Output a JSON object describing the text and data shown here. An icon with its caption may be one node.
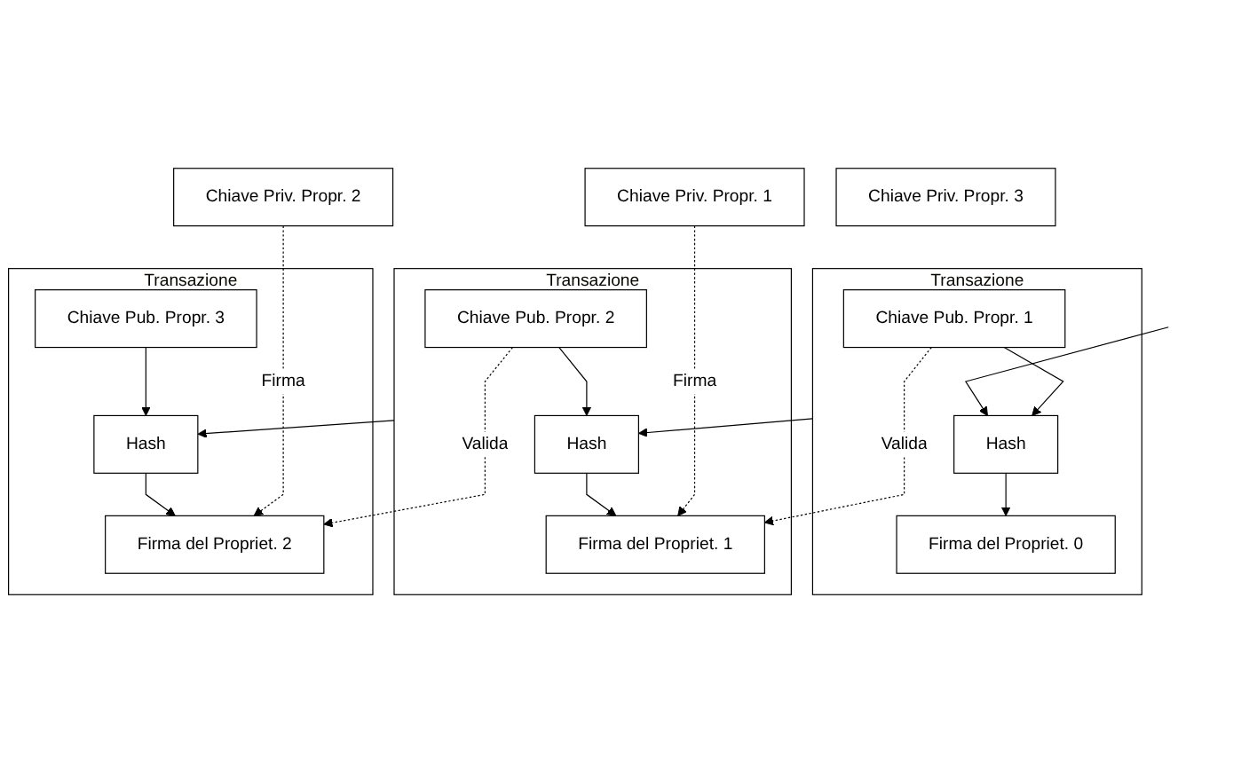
{
  "diagram": {
    "nodes": [
      {
        "text": [
          "Transazione"
        ]
      },
      {
        "text": [
          "Chiave Pub. Propr. 1"
        ],
        "in": 0
      },
      {
        "text": [
          "Hash"
        ],
        "in": 0
      },
      {
        "text": [
          "Firma del Propriet. 0"
        ],
        "in": 0
      },
      {
        "text": [
          "Transazione"
        ]
      },
      {
        "text": [
          "Chiave Pub. Propr. 2"
        ],
        "in": 4
      },
      {
        "text": [
          "Hash"
        ],
        "in": 4
      },
      {
        "text": [
          "Firma del Propriet. 1"
        ],
        "in": 4
      },
      {
        "text": [
          "Transazione"
        ]
      },
      {
        "text": [
          "Chiave Pub. Propr. 3"
        ],
        "in": 8
      },
      {
        "text": [
          "Hash"
        ],
        "in": 8
      },
      {
        "text": [
          "Firma del Propriet. 2"
        ],
        "in": 8
      },
      {
        "text": [
          "Chiave Priv. Propr. 1"
        ]
      },
      {
        "text": [
          "Chiave Priv. Propr. 2"
        ]
      },
      {
        "text": [
          "Chiave Priv. Propr. 3"
        ]
      }
    ],
    "edges": [
      {
        "from": null,
        "to": 2,
        "arrow": "to"
      },
      {
        "from": 1,
        "to": 2,
        "arrow": "to"
      },
      {
        "from": 2,
        "to": 3,
        "arrow": "to"
      },
      {
        "from": 0,
        "to": 6,
        "arrow": "to"
      },
      {
        "from": 5,
        "to": 6,
        "arrow": "to"
      },
      {
        "from": 6,
        "to": 7,
        "arrow": "to"
      },
      {
        "from": 1,
        "to": 7,
        "arrow": "to",
        "label": "Valida",
        "style": "dashed"
      },
      {
        "from": 12,
        "to": 7,
        "arrow": "to",
        "label": "Firma",
        "style": "dashed"
      },
      {
        "from": 4,
        "to": 10,
        "arrow": "to"
      },
      {
        "from": 9,
        "to": 10,
        "arrow": "to"
      },
      {
        "from": 10,
        "to": 11,
        "arrow": "to"
      },
      {
        "from": 5,
        "to": 11,
        "arrow": "to",
        "label": "Valida",
        "style": "dashed"
      },
      {
        "from": 13,
        "to": 11,
        "arrow": "to",
        "label": "Firma",
        "style": "dashed"
      }
    ]
  }
}
